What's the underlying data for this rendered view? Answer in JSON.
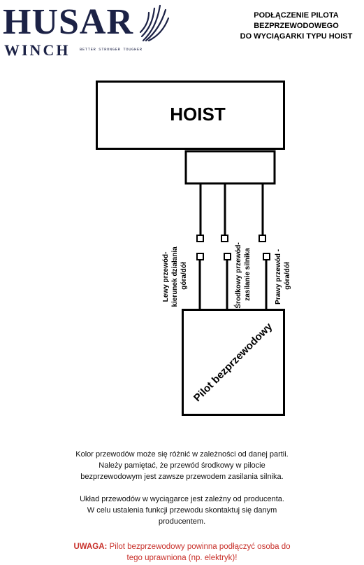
{
  "logo": {
    "brand": "HUSAR",
    "sub": "WINCH",
    "tagline": "BETTER STRONGER TOUGHER"
  },
  "header": {
    "lines": [
      "PODŁĄCZENIE PILOTA",
      "BEZPRZEWODOWEGO",
      "DO WYCIĄGARKI TYPU HOIST"
    ]
  },
  "diagram": {
    "hoist_label": "HOIST",
    "remote_label": "Pilot bezprzewodowy",
    "wires": {
      "left": [
        "Lewy przewód-",
        "kierunek działania",
        "góra/dół"
      ],
      "middle": [
        "Środkowy przewód-",
        "zasilanie silnika"
      ],
      "right": [
        "Prawy przewód -",
        "góra/dół"
      ]
    }
  },
  "notes": {
    "paragraph1": [
      "Kolor przewodów może się różnić w zależności od danej partii.",
      "Należy pamiętać, że przewód środkowy w pilocie",
      "bezprzewodowym jest zawsze przewodem zasilania silnika."
    ],
    "paragraph2": [
      "Układ przewodów w wyciągarce jest zależny od producenta.",
      "W celu ustalenia funkcji przewodu skontaktuj się danym",
      "producentem."
    ],
    "warning_label": "UWAGA:",
    "warning_lines": [
      "Pilot bezprzewodowy powinna podłączyć osoba do",
      "tego uprawniona (np. elektryk)!"
    ]
  },
  "colors": {
    "brand": "#1c2246",
    "warning": "#c8302a"
  }
}
